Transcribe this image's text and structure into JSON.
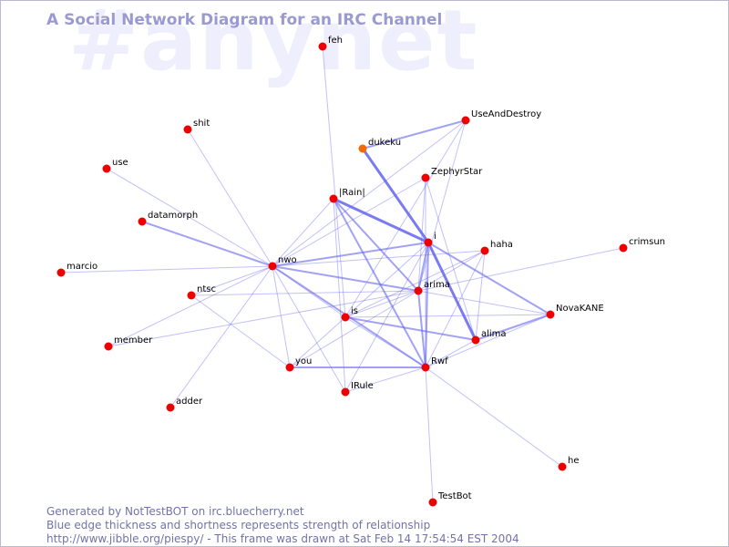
{
  "watermark_text": "#anynet",
  "title": "A Social Network Diagram for an IRC Channel",
  "footer": {
    "line1": "Generated by NotTestBOT on irc.bluecherry.net",
    "line2": "Blue edge thickness and shortness represents strength of relationship",
    "line3": "http://www.jibble.org/piespy/ - This frame was drawn at Sat Feb 14 17:54:54 EST 2004"
  },
  "colors": {
    "node": "#ee0000",
    "node_highlight": "#f26a00",
    "edge": "#6464ee",
    "title": "#9a9ad2",
    "footer": "#7272a8",
    "watermark": "#eeeefc"
  },
  "nodes": [
    {
      "id": "feh",
      "label": "feh"
    },
    {
      "id": "shit",
      "label": "shit"
    },
    {
      "id": "use",
      "label": "use"
    },
    {
      "id": "dukeku",
      "label": "dukeku",
      "highlight": true
    },
    {
      "id": "UseAndDestroy",
      "label": "UseAndDestroy"
    },
    {
      "id": "ZephyrStar",
      "label": "ZephyrStar"
    },
    {
      "id": "Rain",
      "label": "|Rain|"
    },
    {
      "id": "datamorph",
      "label": "datamorph"
    },
    {
      "id": "i",
      "label": "i"
    },
    {
      "id": "haha",
      "label": "haha"
    },
    {
      "id": "crimsun",
      "label": "crimsun"
    },
    {
      "id": "marcio",
      "label": "marcio"
    },
    {
      "id": "nwo",
      "label": "nwo"
    },
    {
      "id": "ntsc",
      "label": "ntsc"
    },
    {
      "id": "arima",
      "label": "arima"
    },
    {
      "id": "NovaKANE",
      "label": "NovaKANE"
    },
    {
      "id": "is",
      "label": "is"
    },
    {
      "id": "member",
      "label": "member"
    },
    {
      "id": "alima",
      "label": "alima"
    },
    {
      "id": "you",
      "label": "you"
    },
    {
      "id": "Rwf",
      "label": "Rwf"
    },
    {
      "id": "IRule",
      "label": "IRule"
    },
    {
      "id": "adder",
      "label": "adder"
    },
    {
      "id": "he",
      "label": "he"
    },
    {
      "id": "TestBot",
      "label": "TestBot"
    }
  ],
  "edges": [
    {
      "from": "dukeku",
      "to": "i",
      "weight": 3
    },
    {
      "from": "Rain",
      "to": "i",
      "weight": 3
    },
    {
      "from": "i",
      "to": "alima",
      "weight": 3
    },
    {
      "from": "i",
      "to": "arima",
      "weight": 2
    },
    {
      "from": "i",
      "to": "Rwf",
      "weight": 2
    },
    {
      "from": "i",
      "to": "NovaKANE",
      "weight": 2
    },
    {
      "from": "i",
      "to": "nwo",
      "weight": 2
    },
    {
      "from": "Rain",
      "to": "arima",
      "weight": 2
    },
    {
      "from": "Rain",
      "to": "Rwf",
      "weight": 2
    },
    {
      "from": "datamorph",
      "to": "nwo",
      "weight": 2
    },
    {
      "from": "nwo",
      "to": "Rwf",
      "weight": 2
    },
    {
      "from": "nwo",
      "to": "arima",
      "weight": 2
    },
    {
      "from": "is",
      "to": "alima",
      "weight": 2
    },
    {
      "from": "dukeku",
      "to": "UseAndDestroy",
      "weight": 2
    },
    {
      "from": "you",
      "to": "Rwf",
      "weight": 2
    },
    {
      "from": "arima",
      "to": "Rwf",
      "weight": 2
    },
    {
      "from": "alima",
      "to": "NovaKANE",
      "weight": 2
    },
    {
      "from": "Rwf",
      "to": "NovaKANE",
      "weight": 1
    },
    {
      "from": "Rwf",
      "to": "alima",
      "weight": 1
    },
    {
      "from": "Rwf",
      "to": "haha",
      "weight": 1
    },
    {
      "from": "Rwf",
      "to": "IRule",
      "weight": 1
    },
    {
      "from": "Rwf",
      "to": "TestBot",
      "weight": 1
    },
    {
      "from": "Rwf",
      "to": "he",
      "weight": 1
    },
    {
      "from": "Rwf",
      "to": "ZephyrStar",
      "weight": 1
    },
    {
      "from": "feh",
      "to": "is",
      "weight": 1
    },
    {
      "from": "shit",
      "to": "nwo",
      "weight": 1
    },
    {
      "from": "use",
      "to": "nwo",
      "weight": 1
    },
    {
      "from": "marcio",
      "to": "nwo",
      "weight": 1
    },
    {
      "from": "adder",
      "to": "nwo",
      "weight": 1
    },
    {
      "from": "nwo",
      "to": "Rain",
      "weight": 1
    },
    {
      "from": "nwo",
      "to": "you",
      "weight": 1
    },
    {
      "from": "nwo",
      "to": "is",
      "weight": 1
    },
    {
      "from": "nwo",
      "to": "IRule",
      "weight": 1
    },
    {
      "from": "nwo",
      "to": "UseAndDestroy",
      "weight": 1
    },
    {
      "from": "nwo",
      "to": "ZephyrStar",
      "weight": 1
    },
    {
      "from": "nwo",
      "to": "haha",
      "weight": 1
    },
    {
      "from": "nwo",
      "to": "ntsc",
      "weight": 1
    },
    {
      "from": "ntsc",
      "to": "you",
      "weight": 1
    },
    {
      "from": "ntsc",
      "to": "arima",
      "weight": 1
    },
    {
      "from": "member",
      "to": "nwo",
      "weight": 1
    },
    {
      "from": "member",
      "to": "arima",
      "weight": 1
    },
    {
      "from": "UseAndDestroy",
      "to": "arima",
      "weight": 1
    },
    {
      "from": "UseAndDestroy",
      "to": "is",
      "weight": 1
    },
    {
      "from": "ZephyrStar",
      "to": "arima",
      "weight": 1
    },
    {
      "from": "ZephyrStar",
      "to": "alima",
      "weight": 1
    },
    {
      "from": "Rain",
      "to": "IRule",
      "weight": 1
    },
    {
      "from": "arima",
      "to": "crimsun",
      "weight": 1
    },
    {
      "from": "arima",
      "to": "NovaKANE",
      "weight": 1
    },
    {
      "from": "arima",
      "to": "is",
      "weight": 1
    },
    {
      "from": "arima",
      "to": "you",
      "weight": 1
    },
    {
      "from": "arima",
      "to": "haha",
      "weight": 1
    },
    {
      "from": "is",
      "to": "haha",
      "weight": 1
    },
    {
      "from": "is",
      "to": "NovaKANE",
      "weight": 1
    },
    {
      "from": "is",
      "to": "Rwf",
      "weight": 1
    },
    {
      "from": "you",
      "to": "i",
      "weight": 1
    },
    {
      "from": "IRule",
      "to": "i",
      "weight": 1
    },
    {
      "from": "alima",
      "to": "haha",
      "weight": 1
    }
  ]
}
